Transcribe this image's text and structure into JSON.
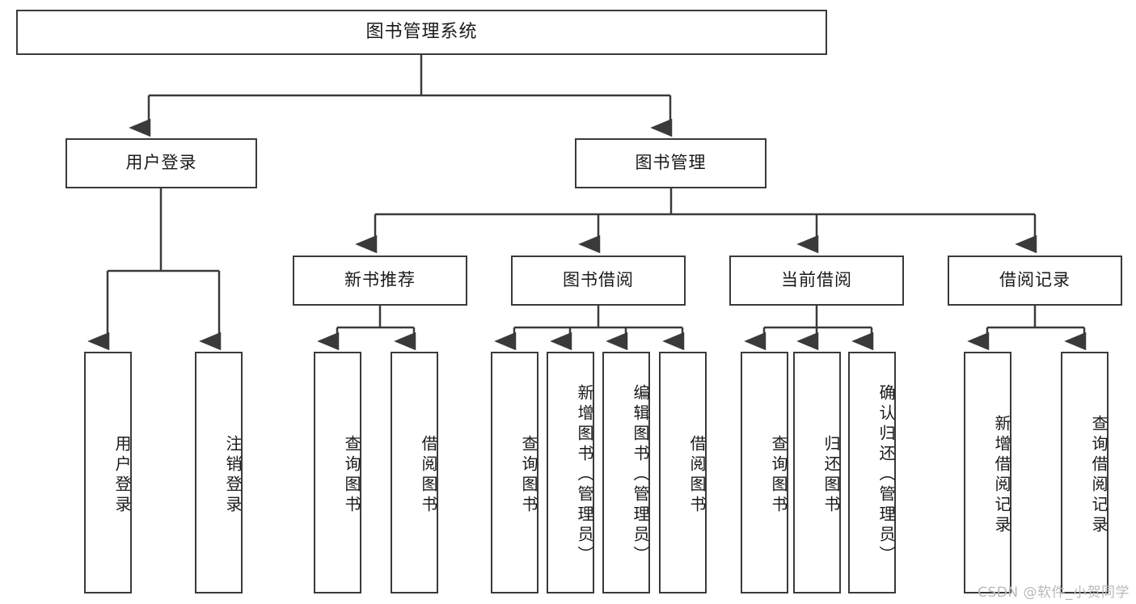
{
  "diagram": {
    "title": "图书管理系统",
    "watermark": "CSDN @软件_小贺同学",
    "colors": {
      "stroke": "#3a3a3a",
      "fill": "#ffffff",
      "text": "#1a1a1a",
      "watermark": "#b9b9b9"
    },
    "nodes": {
      "root": {
        "label": "图书管理系统"
      },
      "level2": [
        {
          "id": "user-login",
          "label": "用户登录"
        },
        {
          "id": "book-manage",
          "label": "图书管理"
        }
      ],
      "level3": [
        {
          "id": "new-book-recommend",
          "label": "新书推荐"
        },
        {
          "id": "book-borrow",
          "label": "图书借阅"
        },
        {
          "id": "current-borrow",
          "label": "当前借阅"
        },
        {
          "id": "borrow-record",
          "label": "借阅记录"
        }
      ],
      "leaves": [
        {
          "id": "leaf-user-login",
          "label": "用户登录",
          "parent": "user-login"
        },
        {
          "id": "leaf-logout-login",
          "label": "注销登录",
          "parent": "user-login"
        },
        {
          "id": "leaf-query-book-1",
          "label": "查询图书",
          "parent": "new-book-recommend"
        },
        {
          "id": "leaf-borrow-book-1",
          "label": "借阅图书",
          "parent": "new-book-recommend"
        },
        {
          "id": "leaf-query-book-2",
          "label": "查询图书",
          "parent": "book-borrow"
        },
        {
          "id": "leaf-add-book",
          "label": "新增图书（管理员）",
          "parent": "book-borrow"
        },
        {
          "id": "leaf-edit-book",
          "label": "编辑图书（管理员）",
          "parent": "book-borrow"
        },
        {
          "id": "leaf-borrow-book-2",
          "label": "借阅图书",
          "parent": "book-borrow"
        },
        {
          "id": "leaf-query-book-3",
          "label": "查询图书",
          "parent": "current-borrow"
        },
        {
          "id": "leaf-return-book",
          "label": "归还图书",
          "parent": "current-borrow"
        },
        {
          "id": "leaf-confirm-return",
          "label": "确认归还（管理员）",
          "parent": "current-borrow"
        },
        {
          "id": "leaf-add-record",
          "label": "新增借阅记录",
          "parent": "borrow-record"
        },
        {
          "id": "leaf-query-record",
          "label": "查询借阅记录",
          "parent": "borrow-record"
        }
      ]
    }
  }
}
